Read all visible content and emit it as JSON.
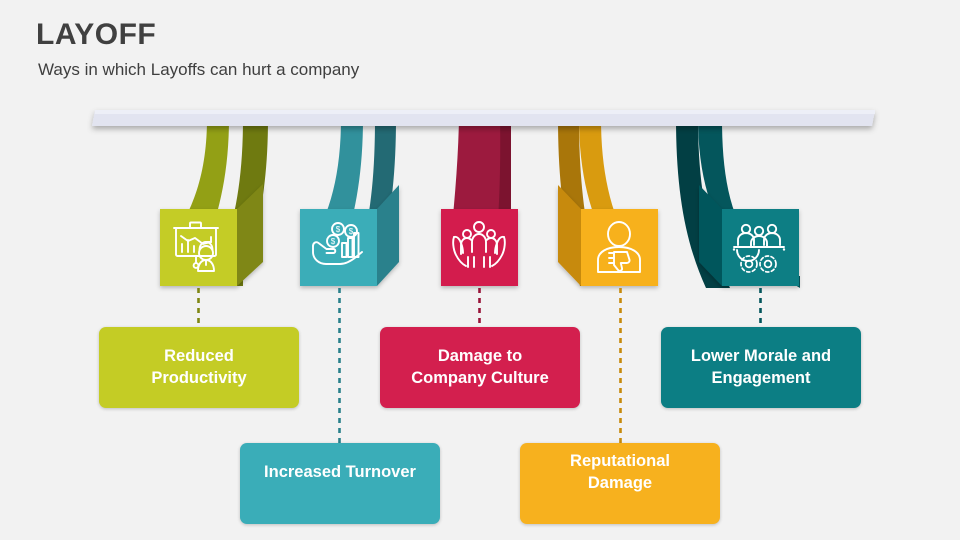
{
  "slide": {
    "title": "LAYOFF",
    "subtitle": "Ways in which Layoffs can hurt a company",
    "background_color": "#f2f2f2",
    "title_color": "#404040",
    "top_bar_color": "#e2e4f0"
  },
  "items": [
    {
      "label": "Reduced\nProductivity",
      "label_line1": "Reduced",
      "label_line2": "Productivity",
      "icon": "presentation-declining-chart-person-icon",
      "face_color": "#c4cc25",
      "side_color": "#7f8714",
      "ribbon_color": "#93a015",
      "ribbon_side_color": "#6f7a10",
      "box_color": "#c4cc25",
      "row": "upper",
      "connector_color": "#7f8714"
    },
    {
      "label": "Increased Turnover",
      "label_line1": "Increased Turnover",
      "label_line2": "",
      "icon": "hand-coins-bar-chart-icon",
      "face_color": "#3aadb8",
      "side_color": "#2a818c",
      "ribbon_color": "#31919c",
      "ribbon_side_color": "#236a74",
      "box_color": "#3aadb8",
      "row": "lower",
      "connector_color": "#2a818c"
    },
    {
      "label": "Damage to\nCompany Culture",
      "label_line1": "Damage to",
      "label_line2": "Company Culture",
      "icon": "hands-holding-people-icon",
      "face_color": "#d31f4e",
      "side_color": "#99153a",
      "ribbon_color": "#9c1a3e",
      "ribbon_side_color": "#7c132f",
      "box_color": "#d31f4e",
      "row": "upper",
      "connector_color": "#99153a"
    },
    {
      "label": "Reputational\nDamage",
      "label_line1": "Reputational",
      "label_line2": "Damage",
      "icon": "person-thumbs-down-icon",
      "face_color": "#f7b11e",
      "side_color": "#c78a0d",
      "ribbon_color": "#d99b0f",
      "ribbon_side_color": "#a9760a",
      "box_color": "#f7b11e",
      "row": "lower",
      "connector_color": "#c78a0d"
    },
    {
      "label": "Lower Morale and\nEngagement",
      "label_line1": "Lower Morale and",
      "label_line2": "Engagement",
      "icon": "team-gears-icon",
      "face_color": "#0c7e84",
      "side_color": "#04565c",
      "ribbon_color": "#04565c",
      "ribbon_side_color": "#023f44",
      "box_color": "#0c7e84",
      "row": "upper",
      "connector_color": "#04565c"
    }
  ]
}
